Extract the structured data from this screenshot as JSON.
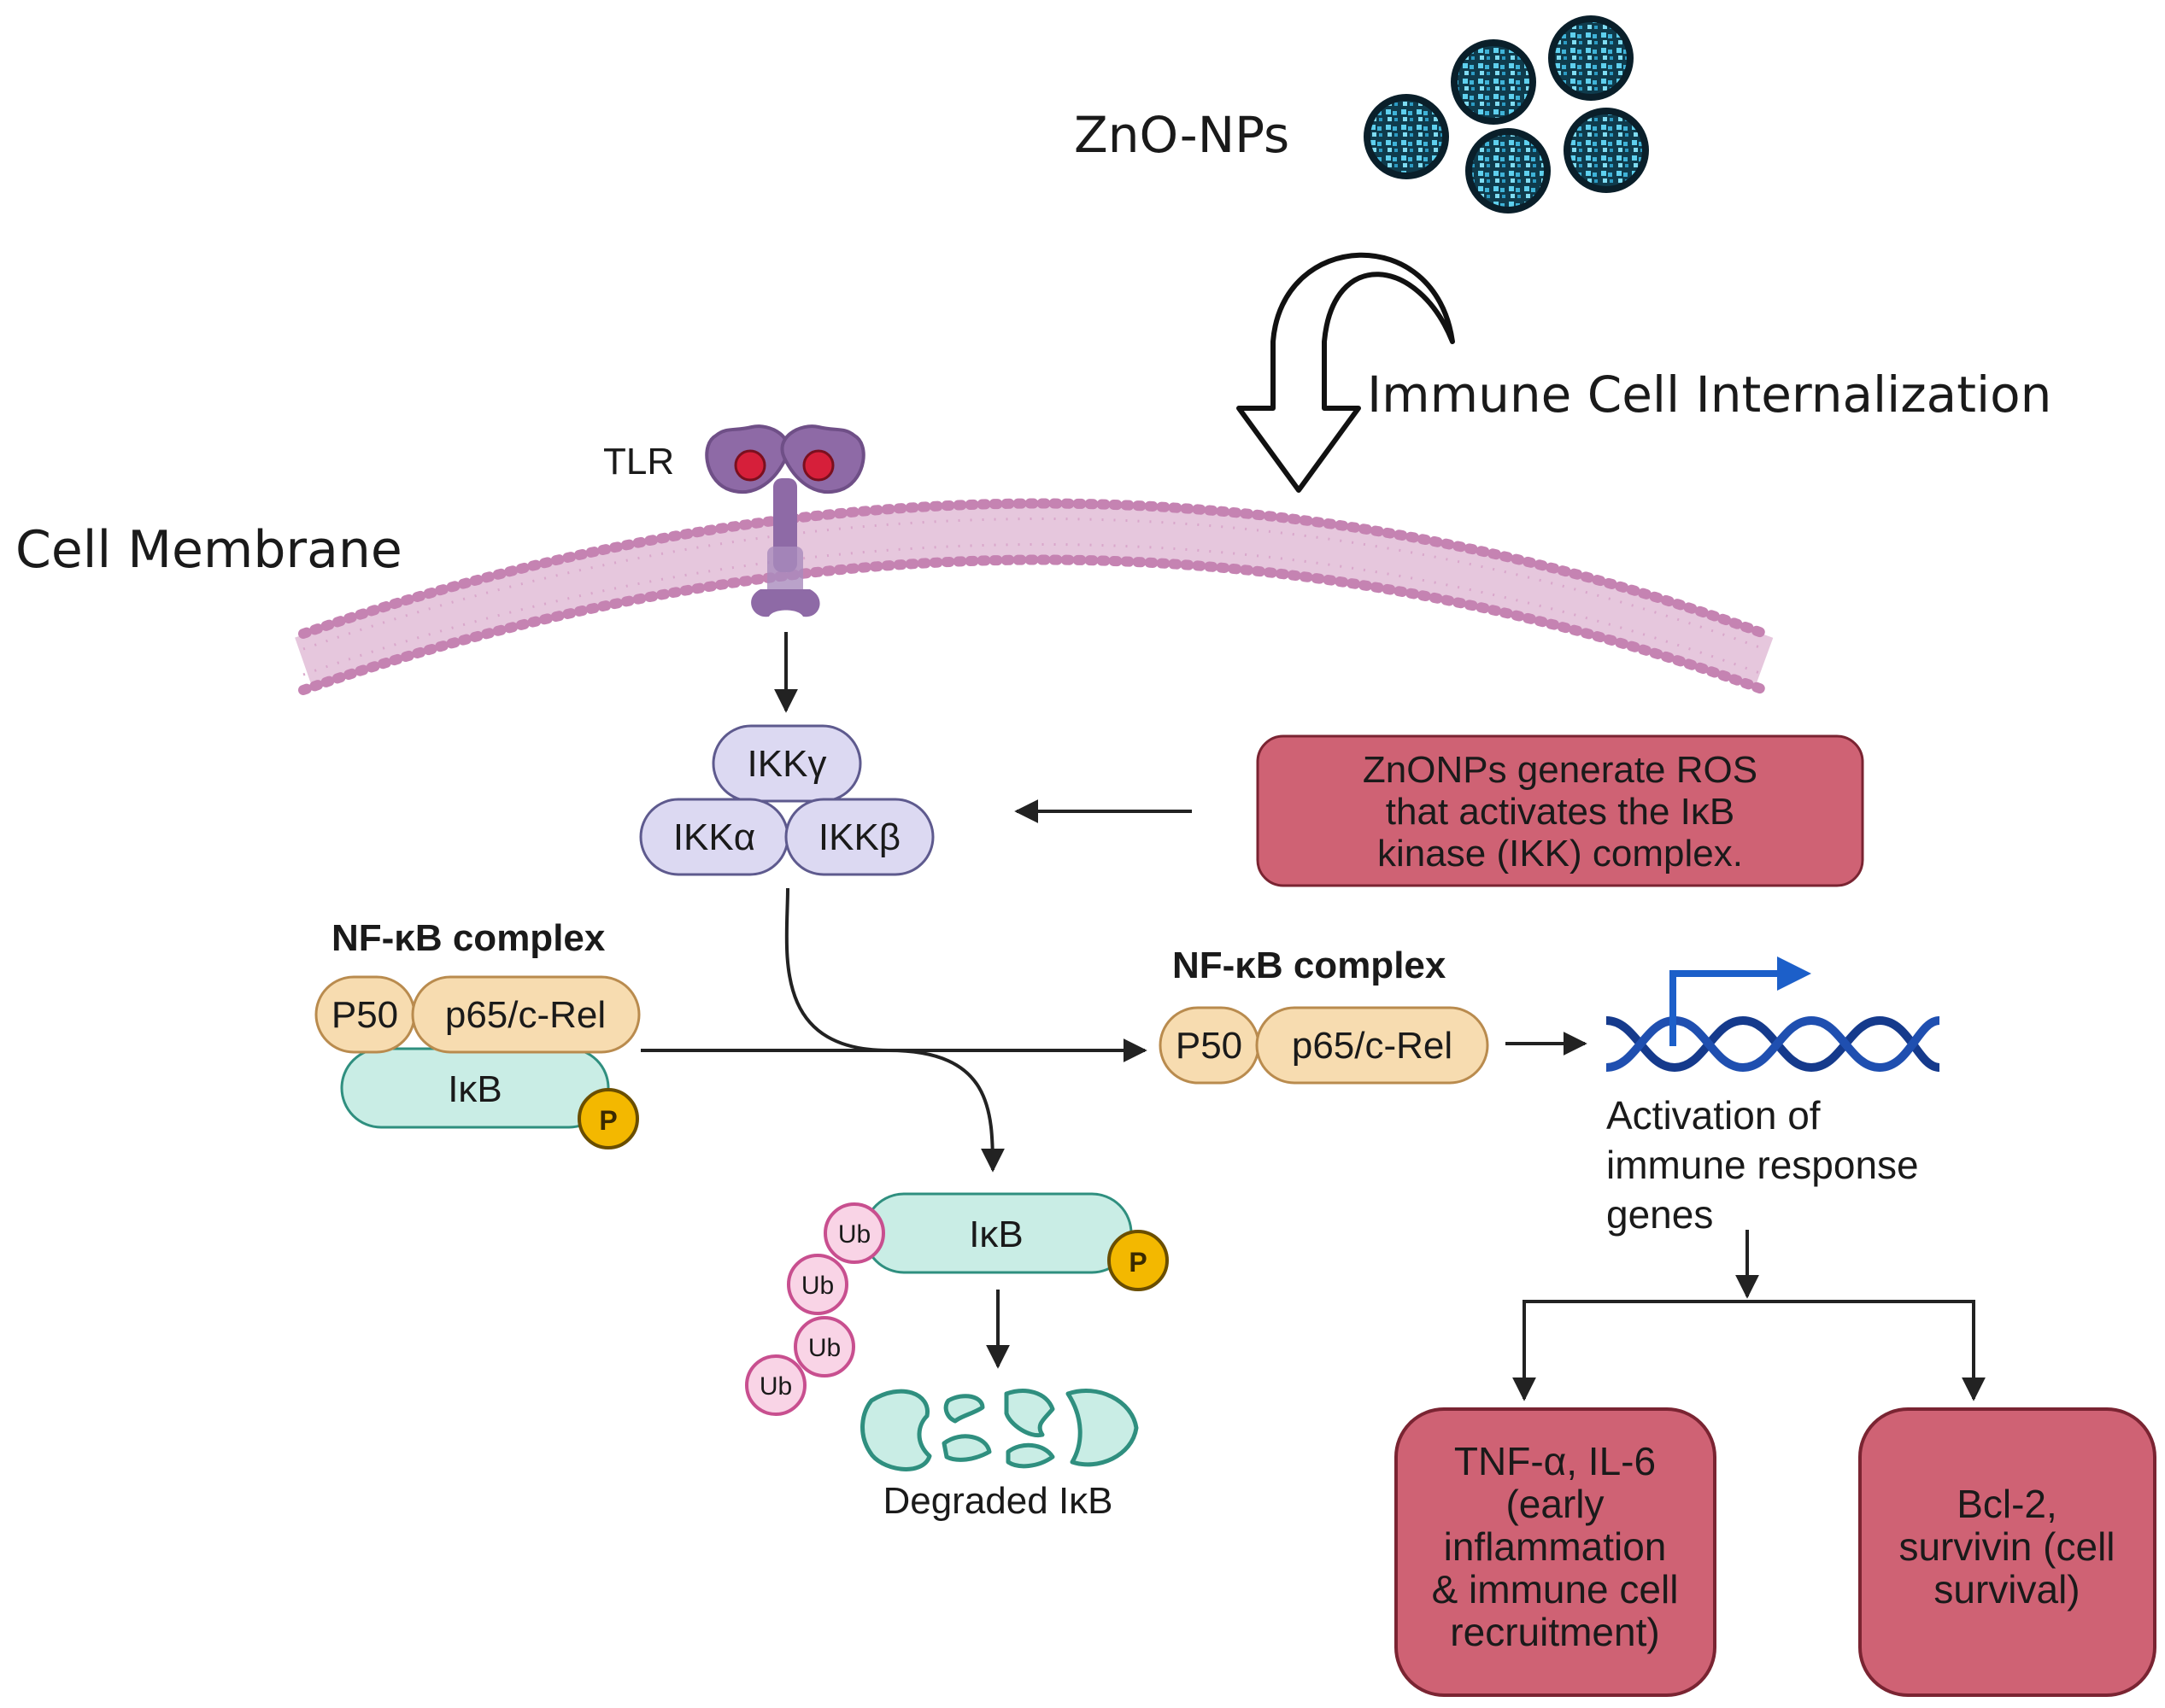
{
  "labels": {
    "nanoparticles": "ZnO-NPs",
    "internalization": "Immune Cell Internalization",
    "receptor": "TLR",
    "membrane": "Cell Membrane",
    "ikk_gamma": "IKKγ",
    "ikk_alpha": "IKKα",
    "ikk_beta": "IKKβ",
    "nfkb_title_left": "NF-κB complex",
    "nfkb_title_right": "NF-κB complex",
    "p50": "P50",
    "p65": "p65/c-Rel",
    "ikb": "IκB",
    "phospho": "P",
    "ub": "Ub",
    "degraded": "Degraded IκB",
    "ros_line1": "ZnONPs generate ROS",
    "ros_line2": "that activates the IκB",
    "ros_line3": "kinase (IKK) complex.",
    "activation_line1": "Activation of",
    "activation_line2": "immune response",
    "activation_line3": "genes",
    "out1_line1": "TNF-α, IL-6",
    "out1_line2": "(early",
    "out1_line3": "inflammation",
    "out1_line4": "& immune cell",
    "out1_line5": "recruitment)",
    "out2_line1": "Bcl-2,",
    "out2_line2": "survivin (cell",
    "out2_line3": "survival)"
  },
  "colors": {
    "ikk_fill": "#dcd9f2",
    "ikk_stroke": "#5e5a8e",
    "nfkb_fill": "#f7dcb0",
    "nfkb_stroke": "#b98b4e",
    "ikb_fill": "#c9ede5",
    "ikb_stroke": "#2f8f7f",
    "phospho_fill": "#f3b800",
    "ub_fill": "#f9d4e6",
    "ub_stroke": "#c84f8f",
    "box_fill": "#cf6274",
    "box_stroke": "#7a2432",
    "membrane": "#c583b2",
    "tlr": "#8e6aa6",
    "ligand": "#d61f3a",
    "nanoparticle": "#0e2e3e",
    "dna": "#153a8c",
    "promoter_arrow": "#1c5fc9"
  }
}
